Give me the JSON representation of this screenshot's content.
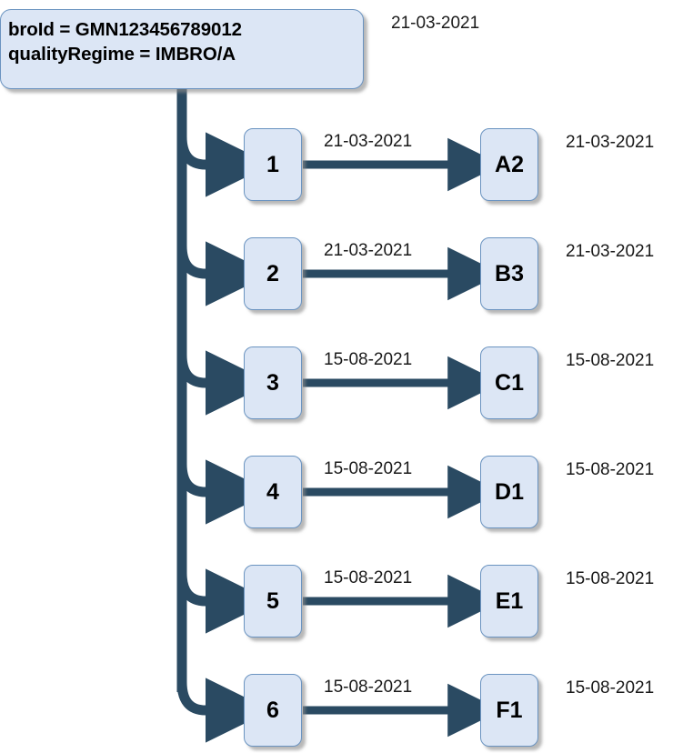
{
  "diagram": {
    "type": "tree-flow",
    "title_box": {
      "lines": [
        "broId = GMN123456789012",
        "qualityRegime = IMBRO/A"
      ],
      "date": "21-03-2021"
    },
    "colors": {
      "box_fill": "#dce6f5",
      "box_border": "#6a93c0",
      "connector": "#2a4a62",
      "text": "#000000",
      "background": "#ffffff"
    },
    "rows": [
      {
        "index_label": "1",
        "edge_date": "21-03-2021",
        "target_label": "A2",
        "target_date": "21-03-2021"
      },
      {
        "index_label": "2",
        "edge_date": "21-03-2021",
        "target_label": "B3",
        "target_date": "21-03-2021"
      },
      {
        "index_label": "3",
        "edge_date": "15-08-2021",
        "target_label": "C1",
        "target_date": "15-08-2021"
      },
      {
        "index_label": "4",
        "edge_date": "15-08-2021",
        "target_label": "D1",
        "target_date": "15-08-2021"
      },
      {
        "index_label": "5",
        "edge_date": "15-08-2021",
        "target_label": "E1",
        "target_date": "15-08-2021"
      },
      {
        "index_label": "6",
        "edge_date": "15-08-2021",
        "target_label": "F1",
        "target_date": "15-08-2021"
      }
    ]
  }
}
